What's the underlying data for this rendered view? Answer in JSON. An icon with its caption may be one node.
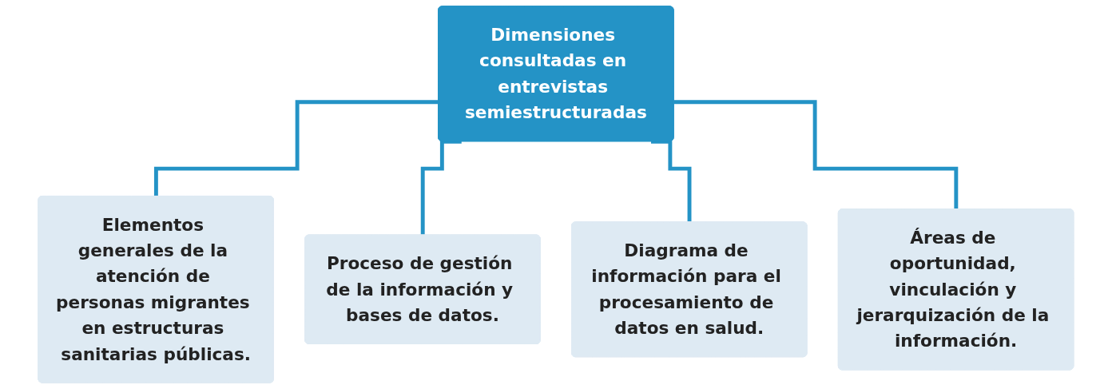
{
  "diagram": {
    "nodes": [
      {
        "text": [
          "Dimensiones consultadas en entrevistas semiestructuradas"
        ]
      },
      {
        "text": [
          "Elementos generales de la atención de personas migrantes en estructuras sanitarias públicas."
        ]
      },
      {
        "text": [
          "Proceso de gestión de la información y bases de datos."
        ]
      },
      {
        "text": [
          "Diagrama de información para el procesamiento de datos en salud."
        ]
      },
      {
        "text": [
          "Áreas de oportunidad, vinculación y jerarquización de la información."
        ]
      }
    ],
    "edges": [
      {
        "from": 0,
        "to": 1,
        "arrow": "none"
      },
      {
        "from": 0,
        "to": 2,
        "arrow": "none"
      },
      {
        "from": 0,
        "to": 3,
        "arrow": "none"
      },
      {
        "from": 0,
        "to": 4,
        "arrow": "none"
      }
    ]
  }
}
